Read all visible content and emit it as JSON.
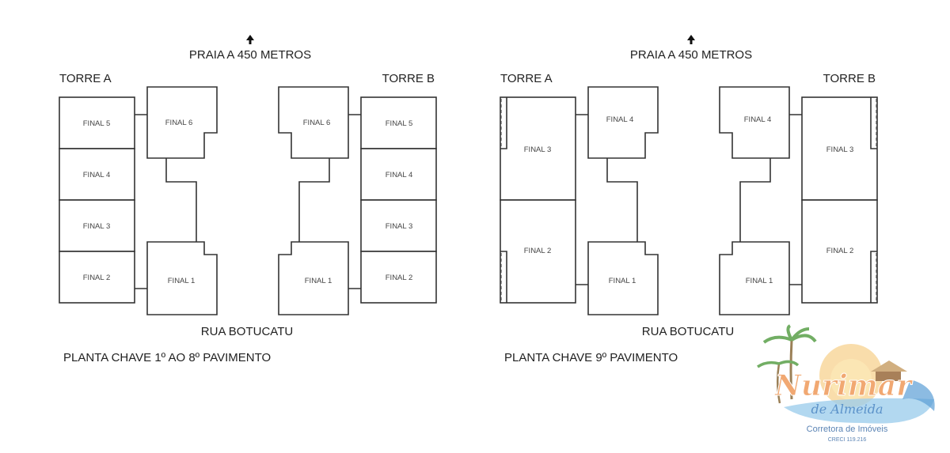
{
  "plans": [
    {
      "north_label": "PRAIA A 450 METROS",
      "tower_a": "TORRE A",
      "tower_b": "TORRE B",
      "street": "RUA BOTUCATU",
      "caption": "PLANTA CHAVE 1º AO 8º PAVIMENTO",
      "tower_a_units": [
        "FINAL 5",
        "FINAL 4",
        "FINAL 3",
        "FINAL 2"
      ],
      "tower_a_top": "FINAL 6",
      "tower_a_bottom": "FINAL 1",
      "tower_b_units": [
        "FINAL 5",
        "FINAL 4",
        "FINAL 3",
        "FINAL 2"
      ],
      "tower_b_top": "FINAL 6",
      "tower_b_bottom": "FINAL 1"
    },
    {
      "north_label": "PRAIA A 450 METROS",
      "tower_a": "TORRE A",
      "tower_b": "TORRE B",
      "street": "RUA BOTUCATU",
      "caption": "PLANTA CHAVE 9º PAVIMENTO",
      "tower_a_units": [
        "FINAL 3",
        "FINAL 2"
      ],
      "tower_a_top": "FINAL 4",
      "tower_a_bottom": "FINAL 1",
      "tower_b_units": [
        "FINAL 3",
        "FINAL 2"
      ],
      "tower_b_top": "FINAL 4",
      "tower_b_bottom": "FINAL 1"
    }
  ],
  "logo": {
    "name": "Nurimar",
    "surname": "de Almeida",
    "tagline": "Corretora de Imóveis",
    "creci": "CRECI 119.216"
  }
}
